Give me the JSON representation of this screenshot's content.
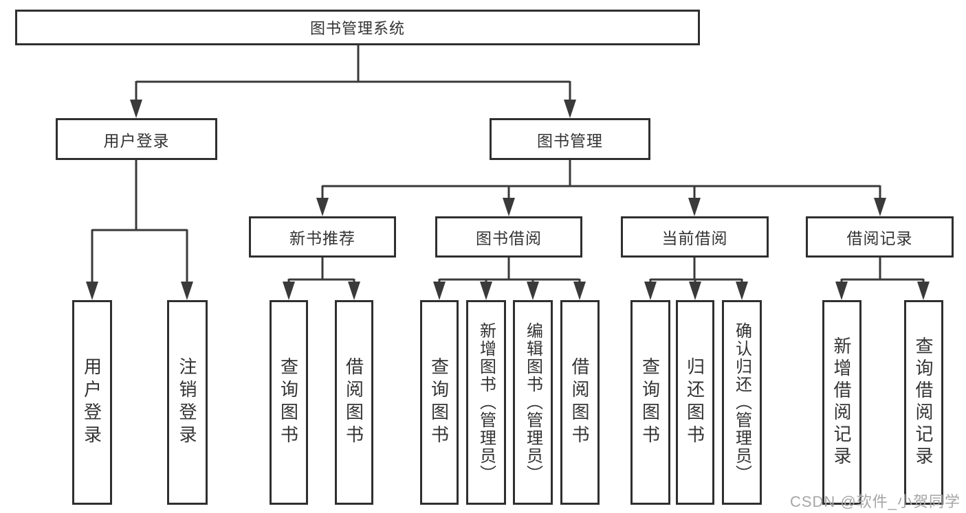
{
  "diagram": {
    "kind": "functional-structure-tree",
    "tree": {
      "root": {
        "label": "图书管理系统"
      },
      "branches": [
        {
          "label": "用户登录",
          "children": [
            {
              "label": "用户登录"
            },
            {
              "label": "注销登录"
            }
          ]
        },
        {
          "label": "图书管理",
          "children": [
            {
              "label": "新书推荐",
              "children": [
                {
                  "label": "查询图书"
                },
                {
                  "label": "借阅图书"
                }
              ]
            },
            {
              "label": "图书借阅",
              "children": [
                {
                  "label": "查询图书"
                },
                {
                  "label": "新增图书（管理员）"
                },
                {
                  "label": "编辑图书（管理员）"
                },
                {
                  "label": "借阅图书"
                }
              ]
            },
            {
              "label": "当前借阅",
              "children": [
                {
                  "label": "查询图书"
                },
                {
                  "label": "归还图书"
                },
                {
                  "label": "确认归还（管理员）"
                }
              ]
            },
            {
              "label": "借阅记录",
              "children": [
                {
                  "label": "新增借阅记录"
                },
                {
                  "label": "查询借阅记录"
                }
              ]
            }
          ]
        }
      ]
    },
    "colors": {
      "line": "#3a3a3a",
      "box_border": "#2f2f2f",
      "text": "#333333",
      "watermark": "#a6a6a6",
      "background": "#ffffff"
    }
  },
  "watermark": {
    "text": "CSDN @软件_小贺同学"
  }
}
